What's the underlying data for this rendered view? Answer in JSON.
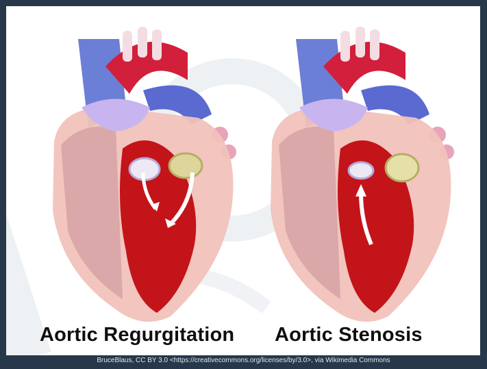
{
  "image": {
    "subject": "aortic-valve-disease-comparison",
    "panels": [
      {
        "caption": "Aortic Regurgitation",
        "icon": "heart-regurgitation-illustration"
      },
      {
        "caption": "Aortic Stenosis",
        "icon": "heart-stenosis-illustration"
      }
    ],
    "credit": "BruceBlaus, CC BY 3.0 <https://creativecommons.org/licenses/by/3.0>, via Wikimedia Commons",
    "colors": {
      "frame": "#26384a",
      "background": "#ffffff",
      "myocardium": "#f1c2bb",
      "ventricle": "#c3141a",
      "aorta": "#d21f3b",
      "vena_cava": "#6c7fd6",
      "valve": "#ddd59a",
      "caption_text": "#0f0f0f"
    }
  }
}
